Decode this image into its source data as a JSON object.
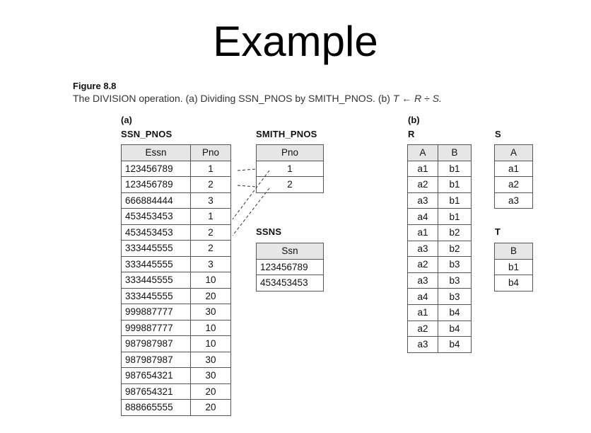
{
  "slide": {
    "title": "Example"
  },
  "figure": {
    "label": "Figure 8.8",
    "caption_prefix": "The DIVISION operation. (a) Dividing SSN_PNOS by SMITH_PNOS. (b) ",
    "caption_expr": "T ← R ÷ S."
  },
  "part_a": {
    "label": "(a)",
    "ssn_pnos": {
      "name": "SSN_PNOS",
      "columns": [
        "Essn",
        "Pno"
      ],
      "rows": [
        [
          "123456789",
          "1"
        ],
        [
          "123456789",
          "2"
        ],
        [
          "666884444",
          "3"
        ],
        [
          "453453453",
          "1"
        ],
        [
          "453453453",
          "2"
        ],
        [
          "333445555",
          "2"
        ],
        [
          "333445555",
          "3"
        ],
        [
          "333445555",
          "10"
        ],
        [
          "333445555",
          "20"
        ],
        [
          "999887777",
          "30"
        ],
        [
          "999887777",
          "10"
        ],
        [
          "987987987",
          "10"
        ],
        [
          "987987987",
          "30"
        ],
        [
          "987654321",
          "30"
        ],
        [
          "987654321",
          "20"
        ],
        [
          "888665555",
          "20"
        ]
      ]
    },
    "smith_pnos": {
      "name": "SMITH_PNOS",
      "columns": [
        "Pno"
      ],
      "rows": [
        [
          "1"
        ],
        [
          "2"
        ]
      ]
    },
    "ssns": {
      "name": "SSNS",
      "columns": [
        "Ssn"
      ],
      "rows": [
        [
          "123456789"
        ],
        [
          "453453453"
        ]
      ]
    }
  },
  "part_b": {
    "label": "(b)",
    "r": {
      "name": "R",
      "columns": [
        "A",
        "B"
      ],
      "rows": [
        [
          "a1",
          "b1"
        ],
        [
          "a2",
          "b1"
        ],
        [
          "a3",
          "b1"
        ],
        [
          "a4",
          "b1"
        ],
        [
          "a1",
          "b2"
        ],
        [
          "a3",
          "b2"
        ],
        [
          "a2",
          "b3"
        ],
        [
          "a3",
          "b3"
        ],
        [
          "a4",
          "b3"
        ],
        [
          "a1",
          "b4"
        ],
        [
          "a2",
          "b4"
        ],
        [
          "a3",
          "b4"
        ]
      ]
    },
    "s": {
      "name": "S",
      "columns": [
        "A"
      ],
      "rows": [
        [
          "a1"
        ],
        [
          "a2"
        ],
        [
          "a3"
        ]
      ]
    },
    "t": {
      "name": "T",
      "columns": [
        "B"
      ],
      "rows": [
        [
          "b1"
        ],
        [
          "b4"
        ]
      ]
    }
  }
}
